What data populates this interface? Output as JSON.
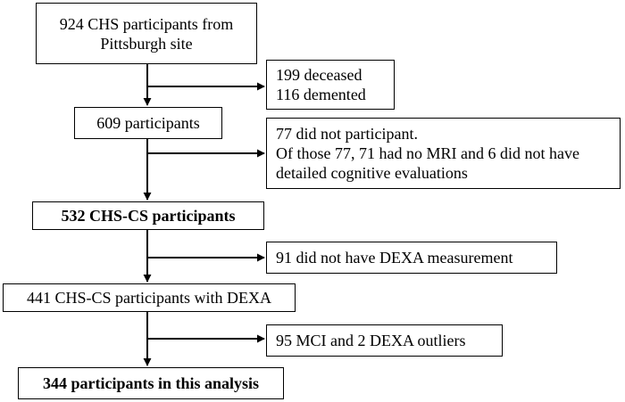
{
  "flowchart": {
    "main": [
      {
        "lines": [
          "924 CHS participants from",
          "Pittsburgh site"
        ],
        "bold": false
      },
      {
        "lines": [
          "609 participants"
        ],
        "bold": false
      },
      {
        "lines": [
          "532 CHS-CS participants"
        ],
        "bold": true
      },
      {
        "lines": [
          "441 CHS-CS participants with DEXA"
        ],
        "bold": false
      },
      {
        "lines": [
          "344 participants in this analysis"
        ],
        "bold": true
      }
    ],
    "exclusions": [
      {
        "lines": [
          "199 deceased",
          "116 demented"
        ]
      },
      {
        "lines": [
          "77 did not participant.",
          "Of those 77, 71 had no MRI and 6 did not have",
          "detailed cognitive evaluations"
        ]
      },
      {
        "lines": [
          "91 did not have DEXA measurement"
        ]
      },
      {
        "lines": [
          "95 MCI and 2 DEXA outliers"
        ]
      }
    ]
  }
}
